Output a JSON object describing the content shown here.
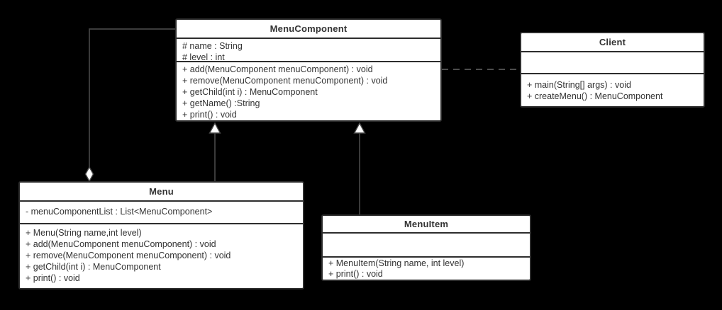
{
  "canvas": {
    "background_color": "#000000",
    "box_fill_color": "#ffffff",
    "box_border_color": "#2d2d2d",
    "text_color": "#333333",
    "connector_color": "#454545"
  },
  "classes": {
    "menu_component": {
      "title": "MenuComponent",
      "attributes": [
        "# name : String",
        "# level : int"
      ],
      "methods": [
        "+ add(MenuComponent menuComponent) : void",
        "+ remove(MenuComponent menuComponent) : void",
        "+ getChild(int i) : MenuComponent",
        "+ getName() :String",
        "+ print() : void"
      ]
    },
    "client": {
      "title": "Client",
      "attributes": [],
      "methods": [
        "+ main(String[] args) : void",
        "+ createMenu() : MenuComponent"
      ]
    },
    "menu": {
      "title": "Menu",
      "attributes": [
        "- menuComponentList : List<MenuComponent>"
      ],
      "methods": [
        "+ Menu(String name,int level)",
        "+ add(MenuComponent menuComponent) : void",
        "+ remove(MenuComponent menuComponent) : void",
        "+ getChild(int i) : MenuComponent",
        "+ print() : void"
      ]
    },
    "menu_item": {
      "title": "MenuItem",
      "attributes": [],
      "methods": [
        "+ MenuItem(String name, int level)",
        "+ print() : void"
      ]
    }
  },
  "relationships": [
    {
      "type": "aggregation",
      "from": "Menu",
      "to": "MenuComponent",
      "marker": "hollow-diamond"
    },
    {
      "type": "generalization",
      "from": "Menu",
      "to": "MenuComponent",
      "marker": "hollow-triangle"
    },
    {
      "type": "generalization",
      "from": "MenuItem",
      "to": "MenuComponent",
      "marker": "hollow-triangle"
    },
    {
      "type": "dependency",
      "from": "Client",
      "to": "MenuComponent",
      "marker": "dashed-line"
    }
  ]
}
